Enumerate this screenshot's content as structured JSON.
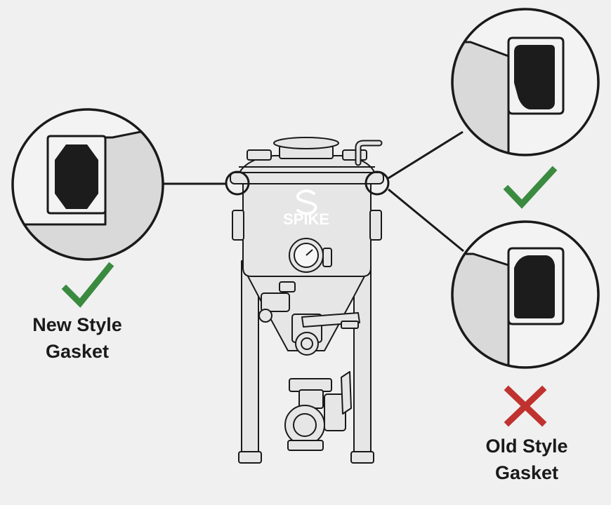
{
  "brand": {
    "logo_text": "SPIKE"
  },
  "captions": {
    "new_style": {
      "line1": "New Style",
      "line2": "Gasket"
    },
    "old_style": {
      "line1": "Old Style",
      "line2": "Gasket"
    }
  },
  "markers": {
    "new_style_result": "check-mark",
    "upper_right_result": "check-mark",
    "old_style_result": "x-mark"
  },
  "colors": {
    "background": "#f0f0f0",
    "line": "#1a1a1a",
    "gasket": "#1c1c1c",
    "check": "#3a8a3f",
    "cross": "#c0322f",
    "tank_fill": "#e6e6e6",
    "logo": "#ffffff"
  }
}
